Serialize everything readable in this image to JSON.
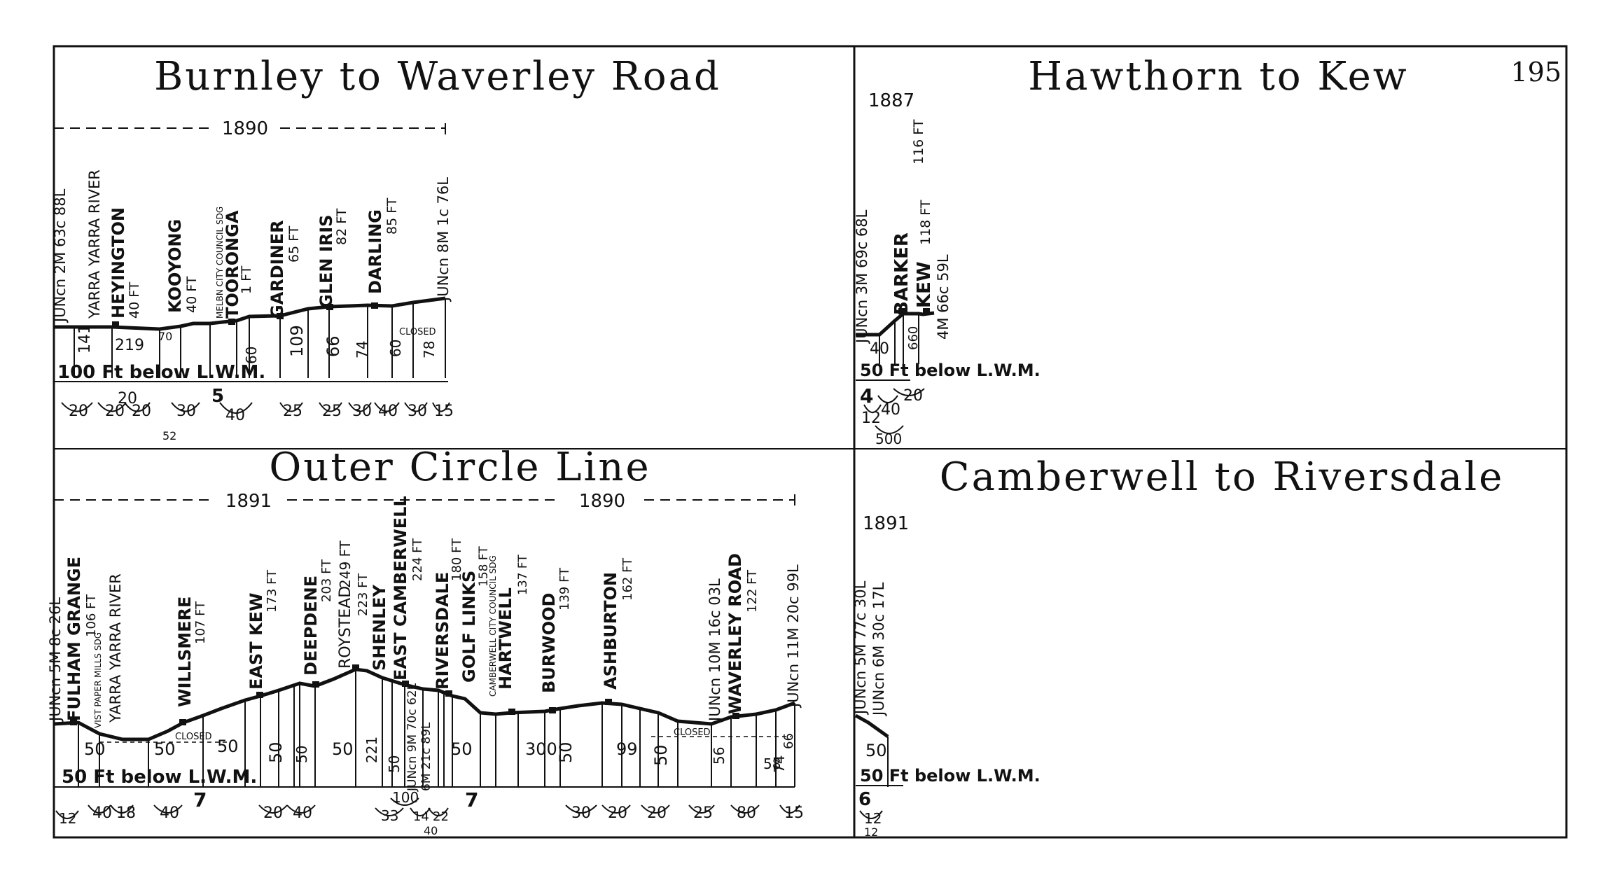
{
  "page_number": "195",
  "colors": {
    "ink": "#111111",
    "paper": "#ffffff"
  },
  "panels": {
    "burnley": {
      "title": "Burnley to Waverley Road",
      "year": "1890",
      "datum": "100 Ft below L.W.M.",
      "mileage_start": "JUNcn 2M 63c 88L",
      "mileage_end": "JUNcn 8M 1c 76L",
      "closed": "CLOSED",
      "km_marker": "5",
      "stations": [
        {
          "name": "YARRA YARRA RIVER",
          "height": ""
        },
        {
          "name": "HEYINGTON",
          "height": "40 FT"
        },
        {
          "name": "KOOYONG",
          "height": "40 FT"
        },
        {
          "name": "MELBN CITY COUNCIL SDG",
          "height": ""
        },
        {
          "name": "TOORONGA",
          "height": "1 FT"
        },
        {
          "name": "GARDINER",
          "height": "65 FT"
        },
        {
          "name": "GLEN IRIS",
          "height": "82 FT"
        },
        {
          "name": "DARLING",
          "height": "85 FT"
        }
      ],
      "gradients": [
        "141",
        "219",
        "70",
        "60",
        "109",
        "66",
        "74",
        "60",
        "78"
      ],
      "curves": [
        "20",
        "20",
        "20",
        "20",
        "30",
        "40",
        "25",
        "25",
        "30",
        "40",
        "30",
        "15",
        "52"
      ]
    },
    "hawthorn": {
      "title": "Hawthorn to Kew",
      "year": "1887",
      "datum": "50 Ft below L.W.M.",
      "mileage_start": "JUNcn 3M 69c 68L",
      "mileage_end": "4M 66c 59L",
      "top_height": "116 FT",
      "km_marker": "4",
      "stations": [
        {
          "name": "BARKER",
          "height": ""
        },
        {
          "name": "KEW",
          "height": "118 FT"
        }
      ],
      "gradients": [
        "40",
        "660"
      ],
      "curves": [
        "20",
        "40",
        "12",
        "500"
      ]
    },
    "outer": {
      "title": "Outer Circle Line",
      "year_left": "1891",
      "year_right": "1890",
      "datum": "50 Ft below L.W.M.",
      "mileage_start": "JUNcn 5M 8c 26L",
      "mileage_end": "JUNcn 11M 20c 99L",
      "closed_left": "CLOSED",
      "closed_right": "CLOSED",
      "km_markers": [
        "7",
        "7"
      ],
      "stations": [
        {
          "name": "FULHAM GRANGE",
          "height": "106 FT"
        },
        {
          "name": "VIST PAPER MILLS SDG",
          "height": ""
        },
        {
          "name": "YARRA YARRA RIVER",
          "height": ""
        },
        {
          "name": "WILLSMERE",
          "height": "107 FT"
        },
        {
          "name": "EAST KEW",
          "height": "173 FT"
        },
        {
          "name": "DEEPDENE",
          "height": "203 FT"
        },
        {
          "name": "ROYSTEAD",
          "height": "249 FT"
        },
        {
          "name": "SHENLEY",
          "height": "223 FT"
        },
        {
          "name": "EAST CAMBERWELL",
          "height": "224 FT"
        },
        {
          "name": "RIVERSDALE",
          "height": "180 FT"
        },
        {
          "name": "GOLF LINKS",
          "height": "158 FT"
        },
        {
          "name": "HARTWELL",
          "height": "137 FT"
        },
        {
          "name": "BURWOOD",
          "height": "139 FT"
        },
        {
          "name": "ASHBURTON",
          "height": "162 FT"
        },
        {
          "name": "WAVERLEY ROAD",
          "height": "122 FT"
        }
      ],
      "junction_labels": [
        "JUNcn 9M 70c 62L",
        "6M 21c 89L",
        "JUNcn 10M 16c 03L",
        "CAMBERWELL CITY COUNCIL SDG"
      ],
      "gradients": [
        "50",
        "50",
        "50",
        "50",
        "50",
        "50",
        "221",
        "50",
        "50",
        "300",
        "50",
        "99",
        "50",
        "56",
        "58",
        "74",
        "66"
      ],
      "curves": [
        "12",
        "40",
        "18",
        "40",
        "20",
        "40",
        "33",
        "100",
        "14",
        "22",
        "40",
        "30",
        "20",
        "20",
        "25",
        "80",
        "15"
      ]
    },
    "camberwell": {
      "title": "Camberwell to Riversdale",
      "year": "1891",
      "datum": "50 Ft below L.W.M.",
      "mileage_start": "JUNcn 5M 77c 30L",
      "mileage_end": "JUNcn 6M 30c 17L",
      "km_marker": "6",
      "gradients": [
        "50"
      ],
      "curves": [
        "12",
        "12"
      ]
    }
  }
}
